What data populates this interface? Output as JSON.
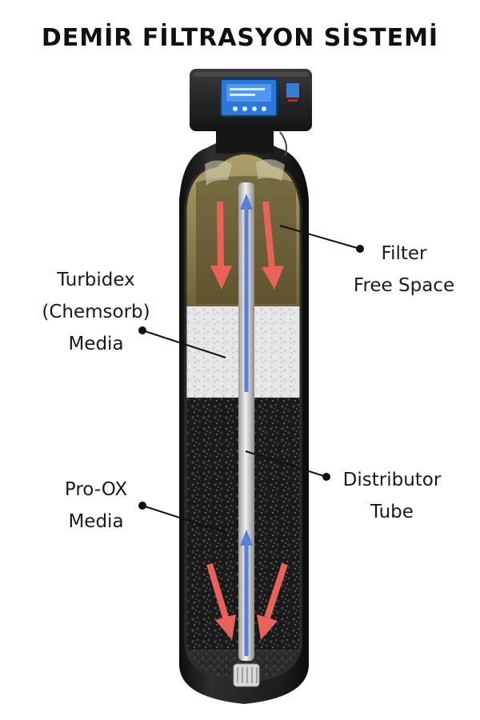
{
  "title": "DEMİR FİLTRASYON SİSTEMİ",
  "labels": {
    "filter_free_space": [
      "Filter",
      "Free Space"
    ],
    "turbidex_media": [
      "Turbidex",
      "(Chemsorb)",
      "Media"
    ],
    "distributor_tube": [
      "Distributor",
      "Tube"
    ],
    "pro_ox_media": [
      "Pro-OX",
      "Media"
    ]
  },
  "icons": {
    "control_valve": "control-valve-head",
    "flow_down_arrows": "red-down-arrow",
    "flow_up_arrows": "blue-up-arrow"
  },
  "colors": {
    "tank_body": "#1f1f1f",
    "free_space": "#8c7d4a",
    "turbidex_media": "#e3e3e3",
    "pro_ox_media": "#1c1c1c",
    "down_arrow": "#e8625a",
    "up_arrow": "#5b7fd8",
    "display": "#2c78d8"
  }
}
